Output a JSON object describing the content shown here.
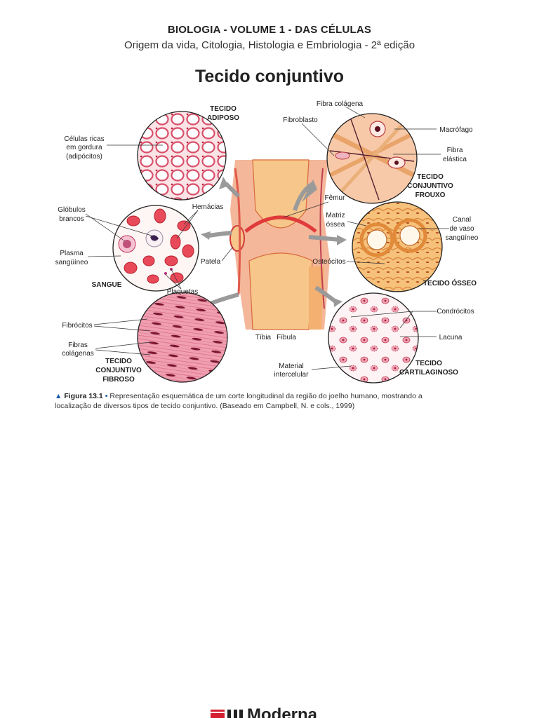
{
  "header": {
    "title": "BIOLOGIA - VOLUME 1 - DAS CÉLULAS",
    "subtitle": "Origem da vida, Citologia, Histologia e Embriologia - 2ª edição"
  },
  "page_title": "Tecido conjuntivo",
  "figure": {
    "labels": {
      "tecido_adiposo_1": "TECIDO",
      "tecido_adiposo_2": "ADIPOSO",
      "celulas_ricas_1": "Células ricas",
      "celulas_ricas_2": "em gordura",
      "celulas_ricas_3": "(adipócitos)",
      "fibra_colagena": "Fibra colágena",
      "fibroblasto": "Fibroblasto",
      "macrofago": "Macrófago",
      "fibra_elastica_1": "Fibra",
      "fibra_elastica_2": "elástica",
      "frouxo_1": "TECIDO",
      "frouxo_2": "CONJUNTIVO",
      "frouxo_3": "FROUXO",
      "femur": "Fêmur",
      "globulos_1": "Glóbulos",
      "globulos_2": "brancos",
      "hemacias": "Hemácias",
      "matriz_1": "Matriz",
      "matriz_2": "óssea",
      "canal_1": "Canal",
      "canal_2": "de vaso",
      "canal_3": "sangüíneo",
      "plasma_1": "Plasma",
      "plasma_2": "sangüíneo",
      "patela": "Patela",
      "osteocitos": "Osteócitos",
      "sangue": "SANGUE",
      "plaquetas": "Plaquetas",
      "tecido_osseo": "TECIDO ÓSSEO",
      "condrocitos": "Condrócitos",
      "fibrocitos": "Fibrócitos",
      "fibras_colagenas_1": "Fibras",
      "fibras_colagenas_2": "colágenas",
      "lacuna": "Lacuna",
      "tibia": "Tíbia",
      "fibula": "Fíbula",
      "fibroso_1": "TECIDO",
      "fibroso_2": "CONJUNTIVO",
      "fibroso_3": "FIBROSO",
      "material_1": "Material",
      "material_2": "intercelular",
      "cartilaginoso_1": "TECIDO",
      "cartilaginoso_2": "CARTILAGINOSO"
    }
  },
  "caption": {
    "marker": "▲",
    "figure_id": "Figura 13.1",
    "bullet": "•",
    "text": "Representação esquemática de um corte longitudinal da região do joelho humano, mostrando a localização de diversos tipos de tecido conjuntivo. (Baseado em Campbell, N. e cols., 1999)"
  },
  "footer": {
    "brand": "Moderna"
  },
  "colors": {
    "accent_blue": "#1a5aa8",
    "tissue_pink": "#f2a9b4",
    "tissue_red": "#c8283c",
    "bone_orange": "#f3b46a"
  }
}
